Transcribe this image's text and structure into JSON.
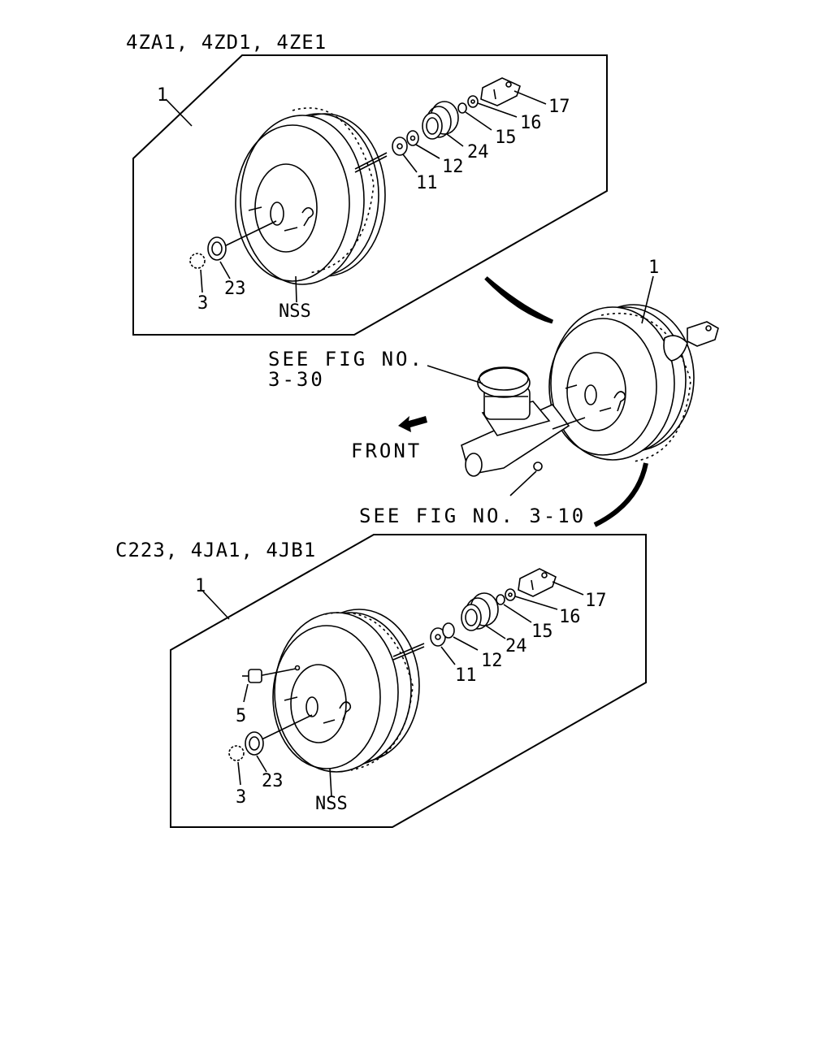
{
  "top_variant": {
    "header": "4ZA1, 4ZD1, 4ZE1",
    "labels": {
      "booster": "1",
      "washer_3": "3",
      "seal_23": "23",
      "nss": "NSS",
      "p11": "11",
      "p12": "12",
      "p24": "24",
      "p15": "15",
      "p16": "16",
      "p17": "17"
    }
  },
  "bottom_variant": {
    "header": "C223, 4JA1, 4JB1",
    "labels": {
      "booster": "1",
      "valve_5": "5",
      "washer_3": "3",
      "seal_23": "23",
      "nss": "NSS",
      "p11": "11",
      "p12": "12",
      "p24": "24",
      "p15": "15",
      "p16": "16",
      "p17": "17"
    }
  },
  "assembly": {
    "booster_label": "1",
    "ref_master_cylinder_line1": "SEE FIG NO.",
    "ref_master_cylinder_line2": "3-30",
    "ref_nut": "SEE FIG NO. 3-10",
    "front_label": "FRONT"
  }
}
